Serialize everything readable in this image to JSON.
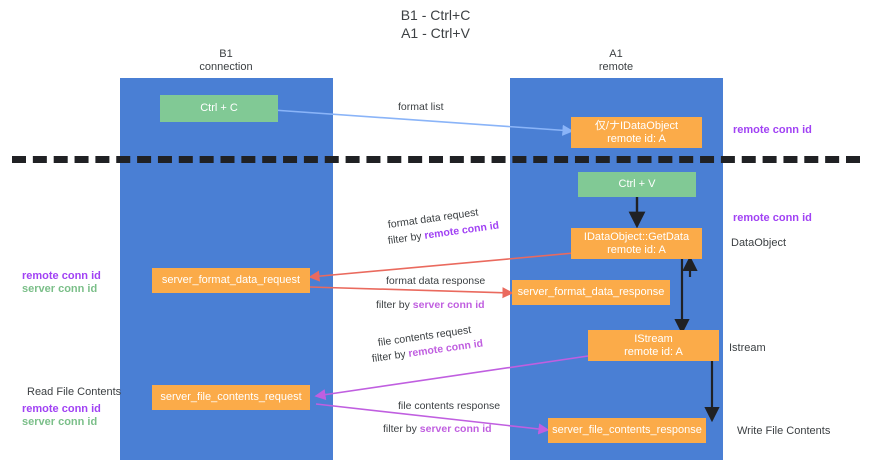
{
  "title": {
    "line1": "B1 - Ctrl+C",
    "line2": "A1 - Ctrl+V"
  },
  "lanes": [
    {
      "id": "b1",
      "name": "B1",
      "sub": "connection"
    },
    {
      "id": "a1",
      "name": "A1",
      "sub": "remote"
    }
  ],
  "nodes": {
    "ctrl_c": {
      "line1": "Ctrl + C",
      "line2": ""
    },
    "idataobject": {
      "line1": "仅/ナIDataObject",
      "line2": "remote id: A"
    },
    "ctrl_v": {
      "line1": "Ctrl + V",
      "line2": ""
    },
    "getdata": {
      "line1": "IDataObject::GetData",
      "line2": "remote id: A"
    },
    "server_format_data_request": {
      "line1": "server_format_data_request",
      "line2": ""
    },
    "server_format_data_response": {
      "line1": "server_format_data_response",
      "line2": ""
    },
    "istream": {
      "line1": "IStream",
      "line2": "remote id: A"
    },
    "server_file_contents_request": {
      "line1": "server_file_contents_request",
      "line2": ""
    },
    "server_file_contents_response": {
      "line1": "server_file_contents_response",
      "line2": ""
    }
  },
  "side_labels": {
    "remote_conn_id_top": "remote conn id",
    "remote_conn_id_getdata": "remote conn id",
    "dataobject": "DataObject",
    "istream": "Istream",
    "write_file_contents": "Write File Contents",
    "read_file_contents": "Read File Contents",
    "left_remote_conn_id_1": "remote conn id",
    "left_server_conn_id_1": "server conn id",
    "left_remote_conn_id_2": "remote conn id",
    "left_server_conn_id_2": "server conn id"
  },
  "edge_labels": {
    "format_list": "format list",
    "format_data_request": "format data request",
    "format_data_request_filter_prefix": "filter by ",
    "format_data_request_filter_key": "remote conn id",
    "format_data_response": "format data response",
    "format_data_response_filter_prefix": "filter by ",
    "format_data_response_filter_key": "server conn id",
    "file_contents_request": "file contents request",
    "file_contents_request_filter_prefix": "filter by ",
    "file_contents_request_filter_key": "remote conn id",
    "file_contents_response": "file contents response",
    "file_contents_response_filter_prefix": "filter by ",
    "file_contents_response_filter_key": "server conn id"
  },
  "colors": {
    "lane": "#4a7fd4",
    "green_node": "#81c995",
    "orange_node": "#fbab49",
    "divider": "#202124",
    "arrow_blue": "#8ab4f8",
    "arrow_red": "#ea6a5e",
    "arrow_magenta": "#c05fe0",
    "arrow_black": "#202124",
    "remote_key": "#a142f4",
    "server_key_green": "#7bbf89",
    "server_key_purple": "#c05fe0"
  }
}
